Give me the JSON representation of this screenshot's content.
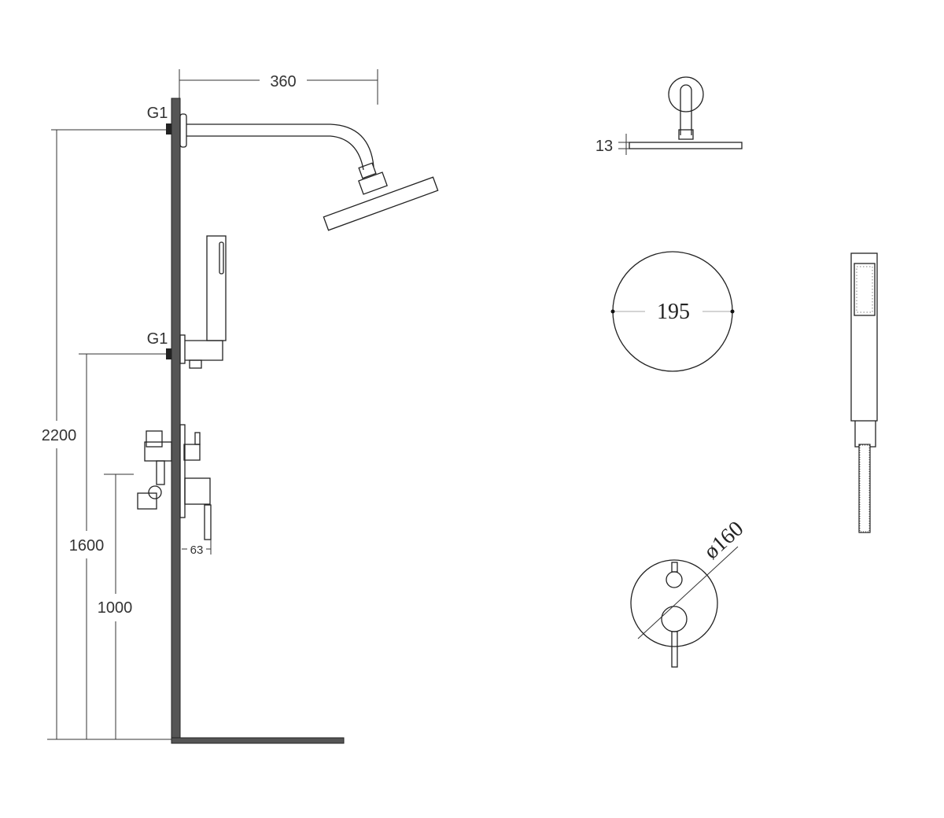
{
  "title": "Shower set technical drawing",
  "dimensions": {
    "arm_length": "360",
    "inlet_top": "G1",
    "inlet_mid": "G1",
    "height_shower": "2200",
    "height_outlet": "1600",
    "height_mixer": "1000",
    "mixer_depth": "63",
    "head_thickness": "13",
    "head_diameter": "195",
    "plate_diameter": "ø160"
  }
}
